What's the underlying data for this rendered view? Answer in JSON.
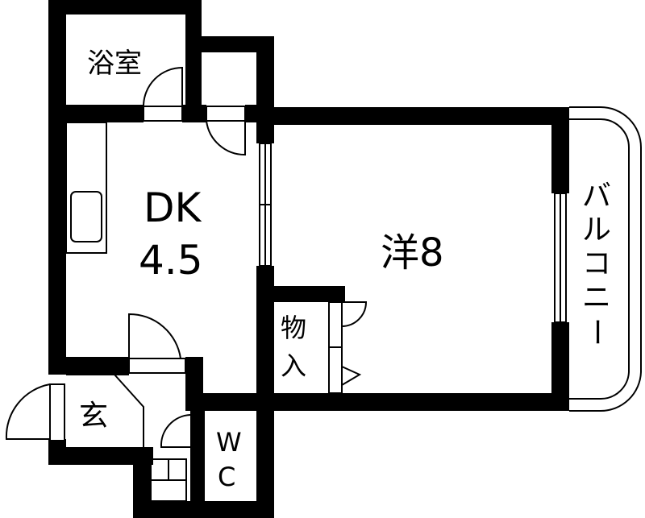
{
  "rooms": {
    "bath": "浴室",
    "dk_name": "DK",
    "dk_size": "4.5",
    "western": "洋8",
    "storage_1": "物",
    "storage_2": "入",
    "entrance": "玄",
    "wc_1": "W",
    "wc_2": "C"
  },
  "balcony": [
    "バ",
    "ル",
    "コ",
    "ニ",
    "ー"
  ],
  "colors": {
    "wall": "#000000",
    "background": "#ffffff"
  }
}
